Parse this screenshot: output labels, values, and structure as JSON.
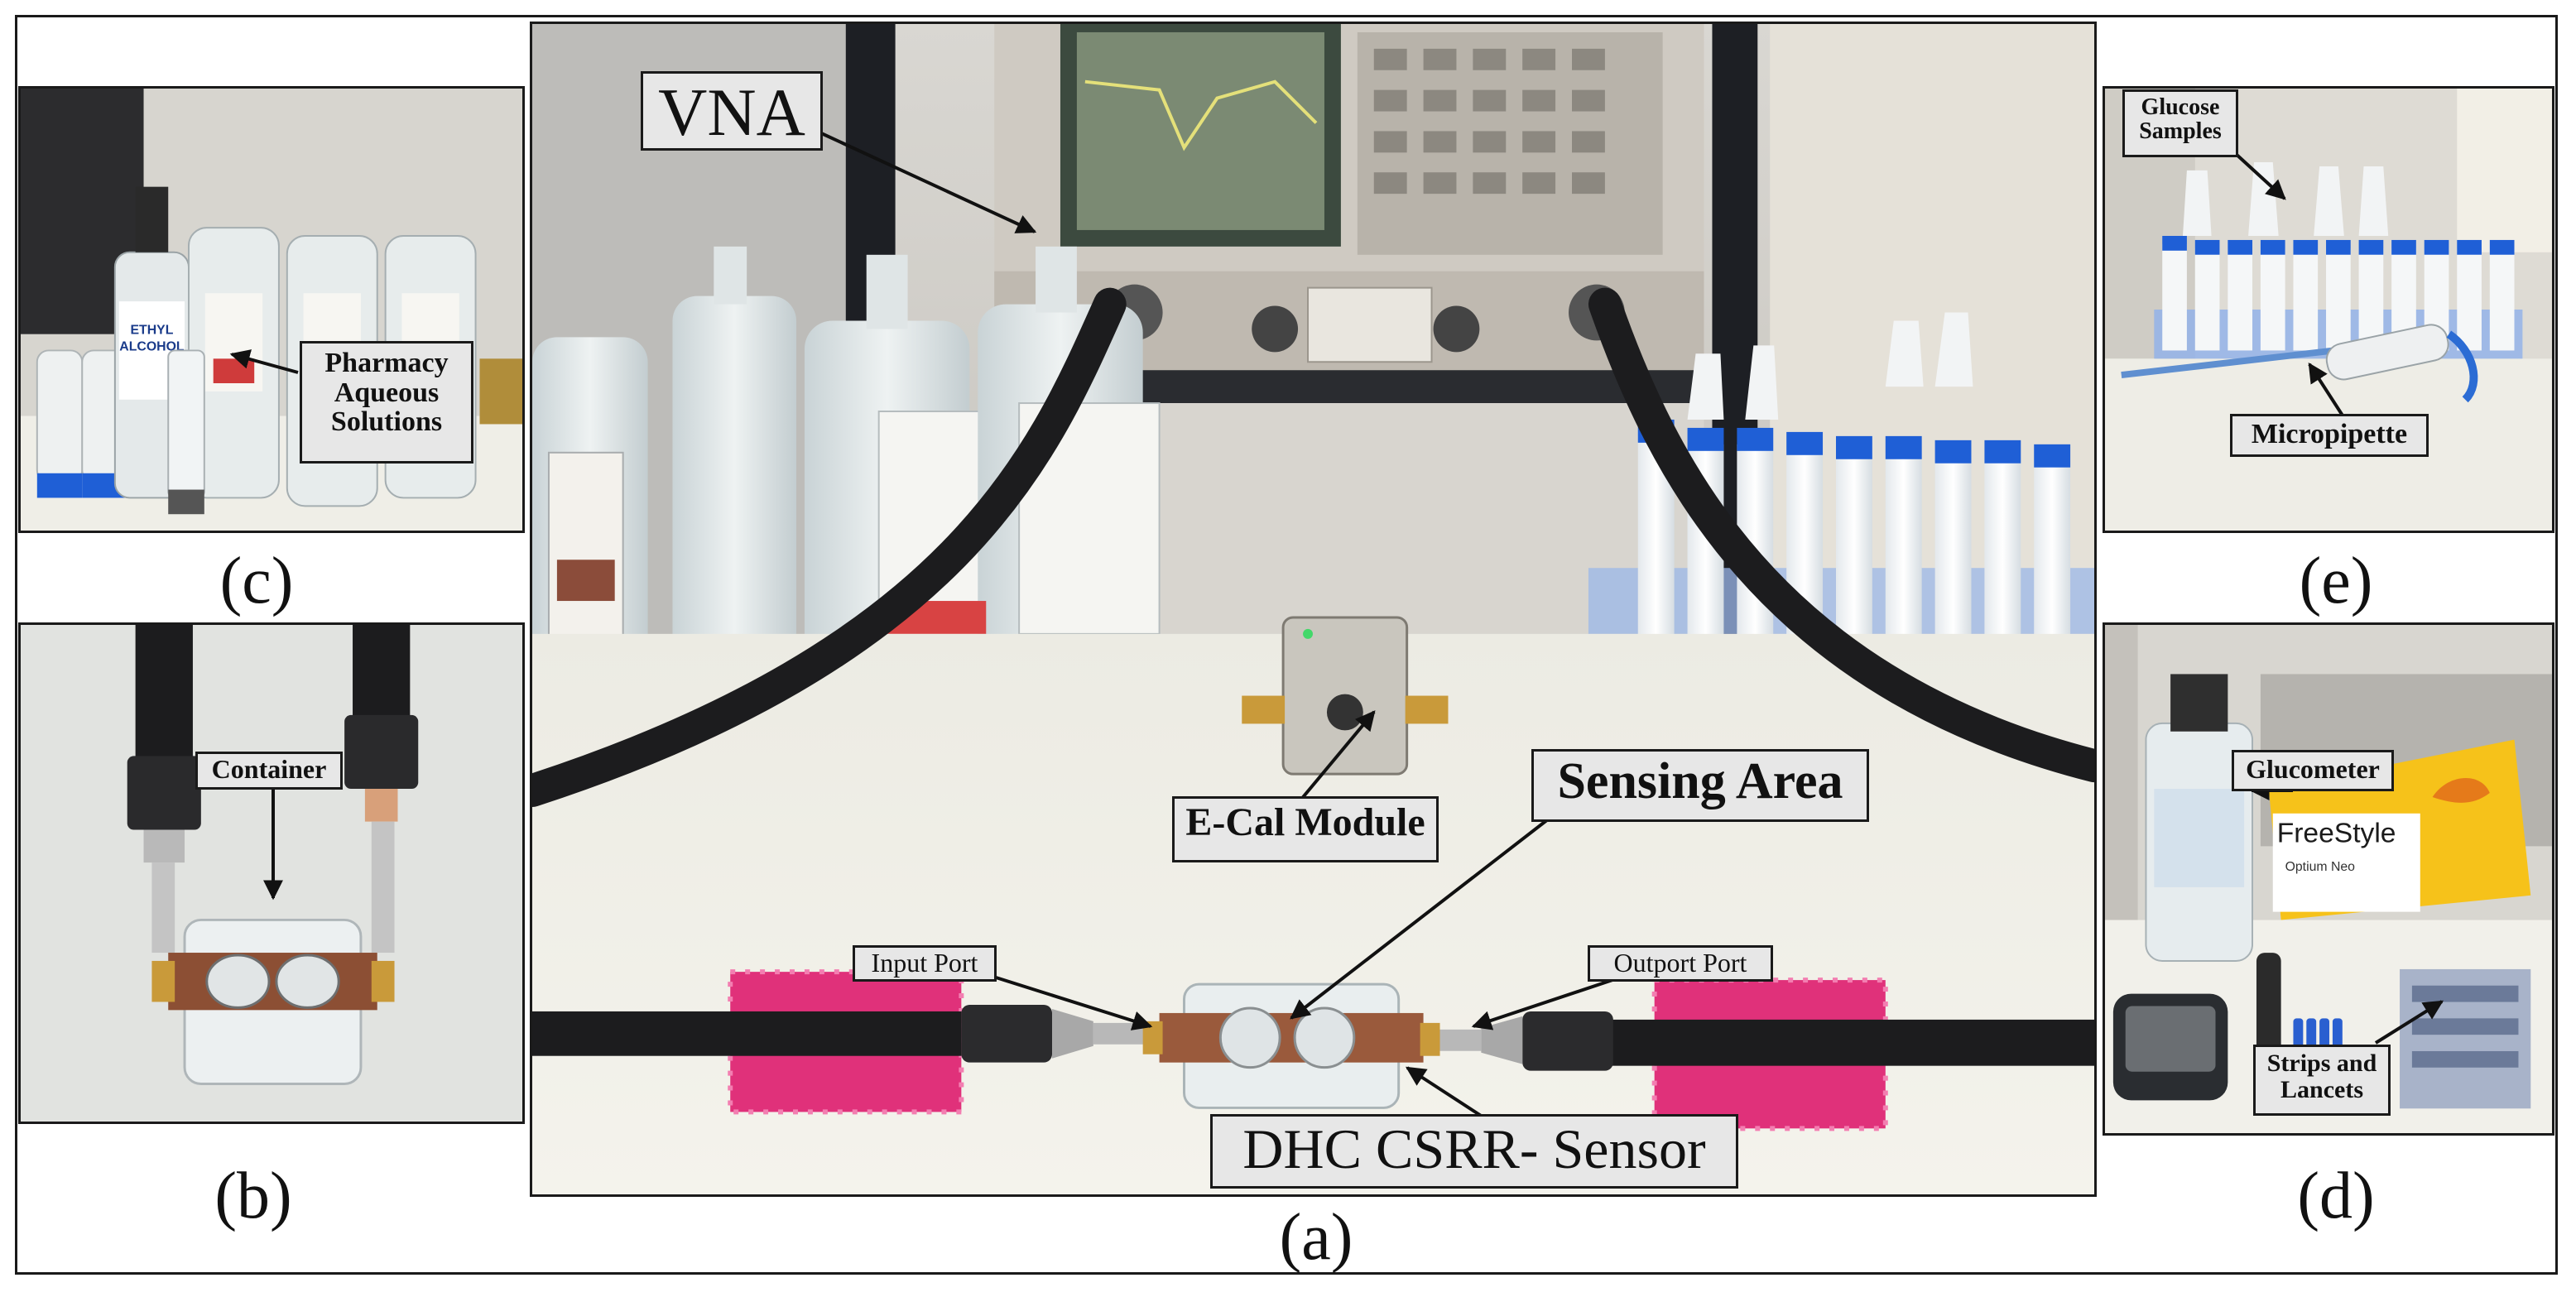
{
  "panels": {
    "a": {
      "letter": "(a)"
    },
    "b": {
      "letter": "(b)"
    },
    "c": {
      "letter": "(c)"
    },
    "d": {
      "letter": "(d)"
    },
    "e": {
      "letter": "(e)"
    }
  },
  "labels": {
    "vna": "VNA",
    "sensing_area": "Sensing Area",
    "ecal_module": "E-Cal Module",
    "input_port": "Input Port",
    "outport_port": "Outport Port",
    "sensor": "DHC CSRR- Sensor",
    "container": "Container",
    "pharmacy_1": "Pharmacy",
    "pharmacy_2": "Aqueous",
    "pharmacy_3": "Solutions",
    "glucose_1": "Glucose",
    "glucose_2": "Samples",
    "micropipette": "Micropipette",
    "glucometer": "Glucometer",
    "strips_1": "Strips and",
    "strips_2": "Lancets"
  },
  "product_text": {
    "freestyle": "FreeStyle",
    "optium": "Optium Neo",
    "ethyl_1": "ETHYL",
    "ethyl_2": "ALCOHOL"
  },
  "colors": {
    "frame": "#1a1a1a",
    "callout_fill": "#e7e7e7",
    "foam_pink": "#e0317a",
    "cable": "#1c1c1e",
    "tube_cap": "#1f5fd6",
    "instrument": "#cfcac2",
    "glucometer_box": "#f6c21a"
  }
}
